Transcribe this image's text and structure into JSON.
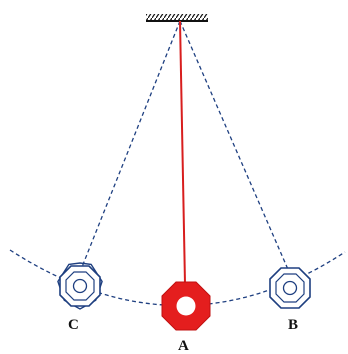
{
  "labels": {
    "left": "C",
    "center": "A",
    "right": "B"
  },
  "colors": {
    "string_taut": "#d81e1e",
    "bob_center": "#e41e1e",
    "bob_side_fill": "#ffffff",
    "dashed": "#1e3f80",
    "support": "#111111",
    "background": "#ffffff"
  }
}
